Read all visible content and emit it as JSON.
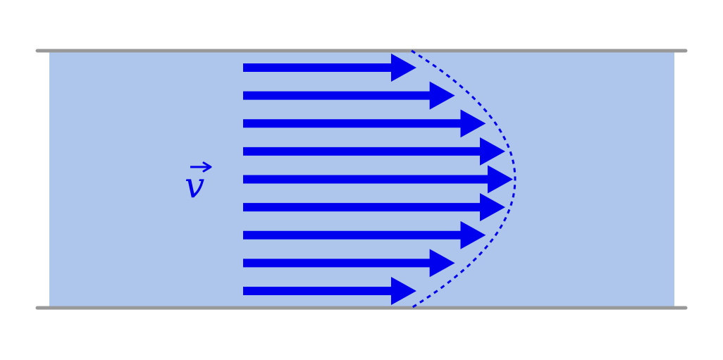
{
  "diagram": {
    "label": "v",
    "colors": {
      "fluid_fill": "#aec6ec",
      "wall": "#999999",
      "arrow": "#0000ee",
      "profile": "#0000ee",
      "background": "#ffffff"
    },
    "profile_shape": "parabolic",
    "velocity_fractions": [
      0.474,
      0.579,
      0.663,
      0.716,
      0.737,
      0.716,
      0.663,
      0.579,
      0.474
    ]
  }
}
